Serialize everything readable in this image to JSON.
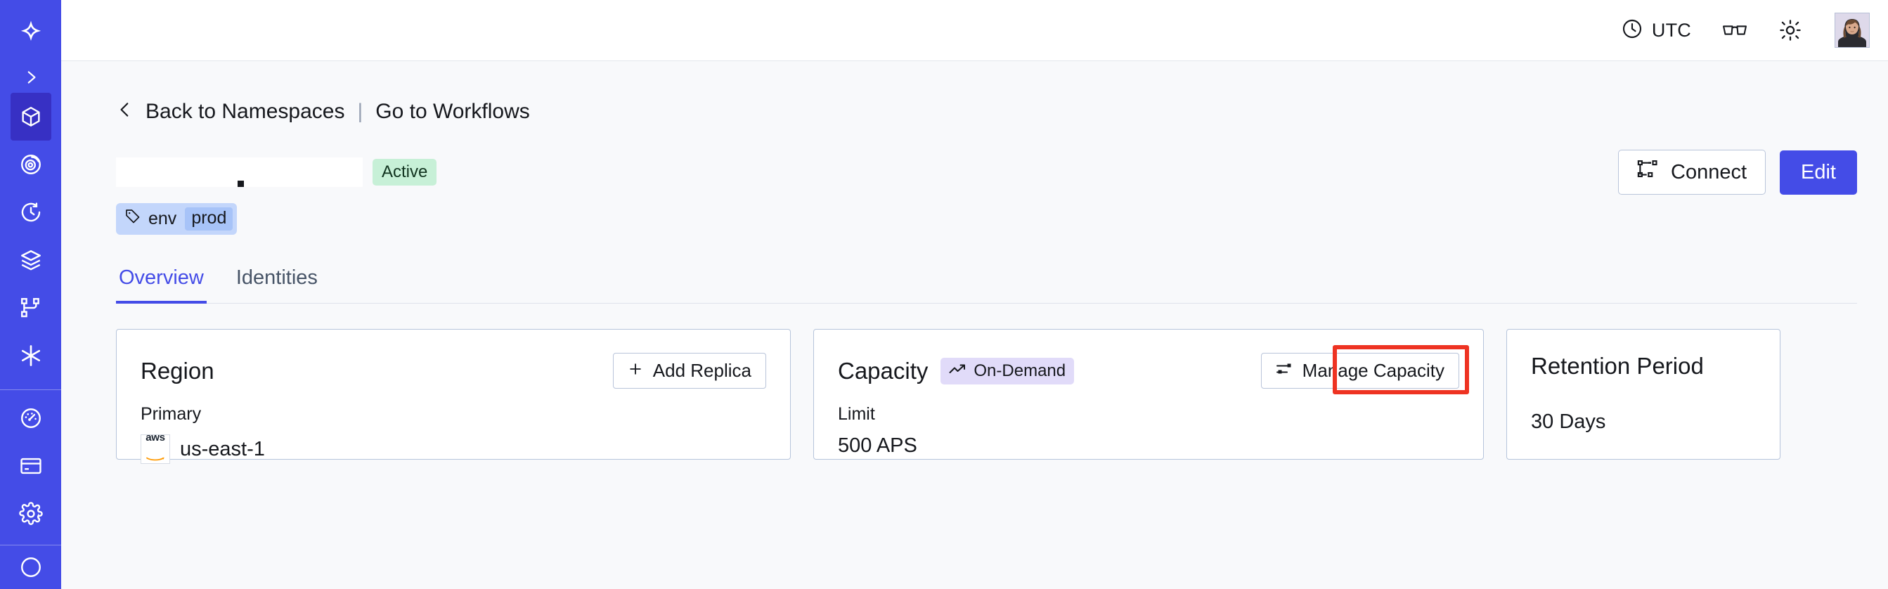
{
  "sidebar": {
    "logo_icon": "temporal-logo-icon",
    "expand_icon": "chevron-right-icon",
    "items": [
      {
        "name": "namespaces",
        "icon": "cube-icon",
        "active": true
      },
      {
        "name": "observability",
        "icon": "spiral-eye-icon",
        "active": false
      },
      {
        "name": "schedules",
        "icon": "clock-rewind-icon",
        "active": false
      },
      {
        "name": "batch-operations",
        "icon": "layers-icon",
        "active": false
      },
      {
        "name": "workflows",
        "icon": "git-branch-icon",
        "active": false
      },
      {
        "name": "nexus",
        "icon": "asterisk-icon",
        "active": false
      }
    ],
    "bottom_items": [
      {
        "name": "usage",
        "icon": "gauge-icon",
        "active": false
      },
      {
        "name": "billing",
        "icon": "credit-card-icon",
        "active": false
      },
      {
        "name": "settings",
        "icon": "gear-icon",
        "active": false
      }
    ]
  },
  "topbar": {
    "timezone_icon": "clock-icon",
    "timezone_label": "UTC",
    "glasses_icon": "glasses-icon",
    "theme_icon": "sun-icon",
    "avatar_name": "user-avatar"
  },
  "breadcrumb": {
    "back_icon": "chevron-left-icon",
    "back_label": "Back to Namespaces",
    "separator": "|",
    "forward_label": "Go to Workflows"
  },
  "namespace": {
    "title": "",
    "status": "Active",
    "tag": {
      "icon": "tag-icon",
      "key": "env",
      "value": "prod"
    }
  },
  "header_actions": {
    "connect_icon": "connect-flow-icon",
    "connect_label": "Connect",
    "edit_label": "Edit"
  },
  "tabs": [
    {
      "label": "Overview",
      "active": true
    },
    {
      "label": "Identities",
      "active": false
    }
  ],
  "cards": {
    "region": {
      "title": "Region",
      "action_icon": "plus-icon",
      "action_label": "Add Replica",
      "sub_label": "Primary",
      "provider_icon": "aws-logo-icon",
      "provider_text": "aws",
      "value": "us-east-1"
    },
    "capacity": {
      "title": "Capacity",
      "badge_icon": "trending-up-icon",
      "badge_label": "On-Demand",
      "action_icon": "sliders-icon",
      "action_label": "Manage Capacity",
      "sub_label": "Limit",
      "value": "500 APS",
      "highlighted": true
    },
    "retention": {
      "title": "Retention Period",
      "value": "30 Days"
    }
  },
  "colors": {
    "brand_blue": "#444ce7",
    "sidebar_active": "#3730c4",
    "status_green_bg": "#c7f0d7",
    "tag_blue_bg": "#c3d6fb",
    "tag_value_bg": "#a7c3f8",
    "badge_purple_bg": "#e1dbf9",
    "annotation_red": "#ee3322",
    "card_border": "#b6c4db",
    "page_bg": "#f8f9fb"
  }
}
